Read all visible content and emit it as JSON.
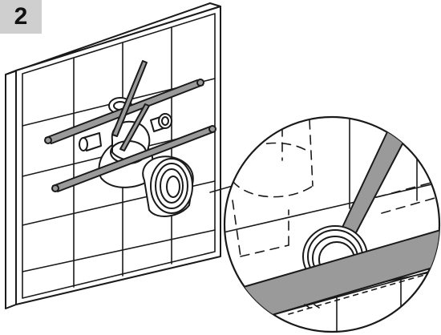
{
  "step": {
    "number": "2"
  },
  "colors": {
    "line": "#1a1a1a",
    "rail": "#9a9a9a",
    "badge": "#cfcfcf",
    "background": "#ffffff"
  },
  "icons": {
    "wall": "tiled-wall",
    "valve": "mixer-valve-body",
    "tool": "screwdriver",
    "rail": "alignment-bar",
    "zoom": "magnified-detail-circle"
  }
}
